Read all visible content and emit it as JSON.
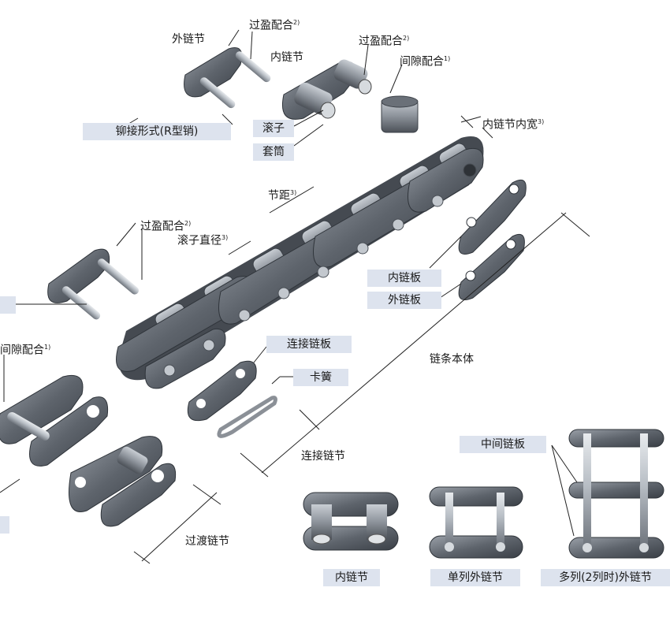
{
  "labels": {
    "outer_link_top": "外链节",
    "press_fit_top": "过盈配合",
    "press_fit_top_note": "2)",
    "inner_link_top": "内链节",
    "press_fit_mid": "过盈配合",
    "press_fit_mid_note": "2)",
    "slip_fit_top": "间隙配合",
    "slip_fit_top_note": "1)",
    "riveted_type": "铆接形式(R型销)",
    "roller": "滚子",
    "bushing": "套筒",
    "inner_width": "内链节内宽",
    "inner_width_note": "3)",
    "pitch": "节距",
    "pitch_note": "3)",
    "press_fit_left": "过盈配合",
    "press_fit_left_note": "2)",
    "roller_diameter": "滚子直径",
    "roller_diameter_note": "3)",
    "inner_plate": "内链板",
    "outer_plate": "外链板",
    "slip_fit_left": "间隙配合",
    "slip_fit_left_note": "1)",
    "connecting_plate": "连接链板",
    "spring_clip": "卡簧",
    "chain_body": "链条本体",
    "connecting_link": "连接链节",
    "middle_plate": "中间链板",
    "offset_link": "过渡链节",
    "inner_link_bottom": "内链节",
    "single_outer_link": "单列外链节",
    "multi_outer_link": "多列(2列时)外链节"
  }
}
